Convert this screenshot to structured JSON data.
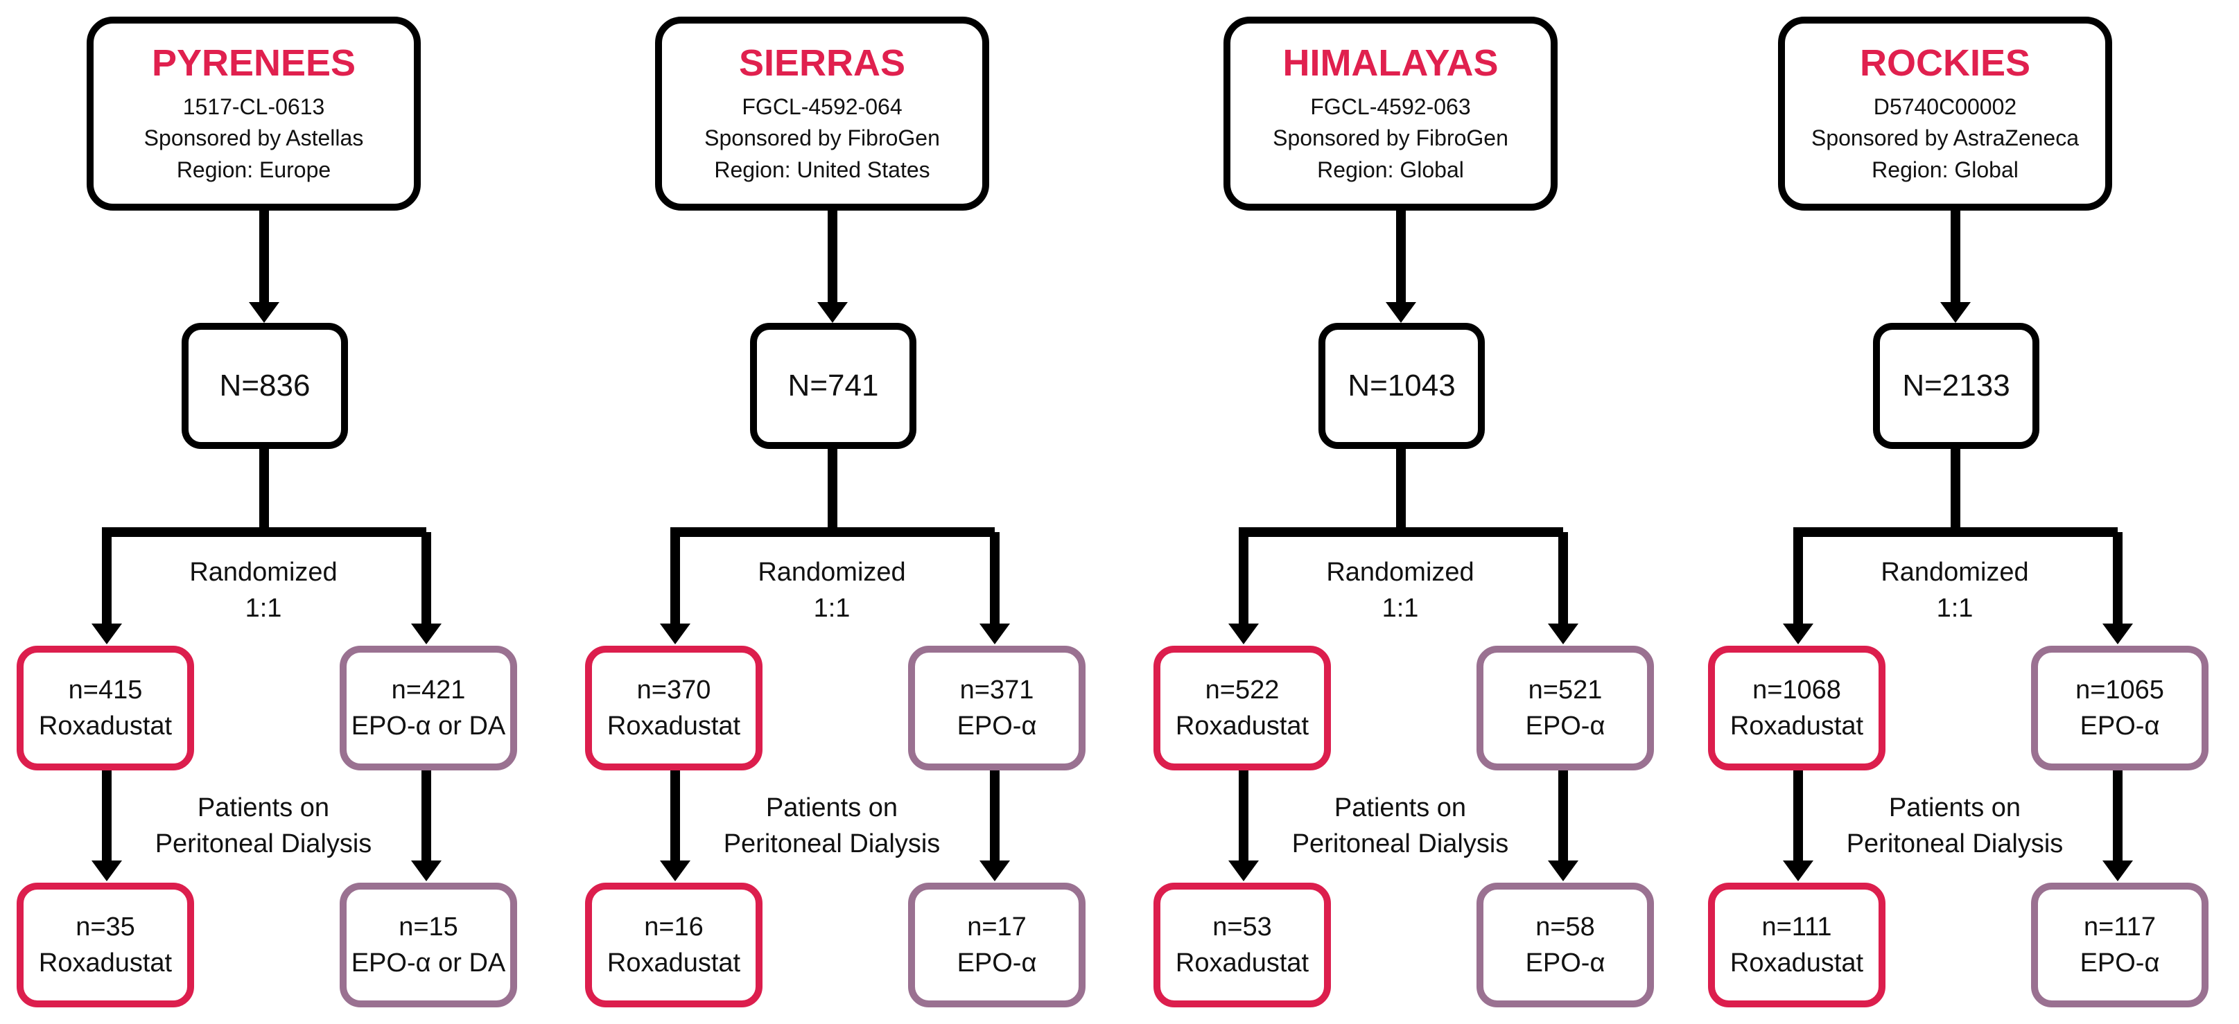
{
  "randomized_label": "Randomized",
  "ratio_label": "1:1",
  "subgroup_label_line1": "Patients on",
  "subgroup_label_line2": "Peritoneal Dialysis",
  "studies": [
    {
      "name": "PYRENEES",
      "code": "1517-CL-0613",
      "sponsor": "Sponsored by Astellas",
      "region": "Region: Europe",
      "total": "N=836",
      "arm_a": {
        "n": "n=415",
        "drug": "Roxadustat"
      },
      "arm_b": {
        "n": "n=421",
        "drug": "EPO-α or DA"
      },
      "pd_a": {
        "n": "n=35",
        "drug": "Roxadustat"
      },
      "pd_b": {
        "n": "n=15",
        "drug": "EPO-α or DA"
      }
    },
    {
      "name": "SIERRAS",
      "code": "FGCL-4592-064",
      "sponsor": "Sponsored by FibroGen",
      "region": "Region: United States",
      "total": "N=741",
      "arm_a": {
        "n": "n=370",
        "drug": "Roxadustat"
      },
      "arm_b": {
        "n": "n=371",
        "drug": "EPO-α"
      },
      "pd_a": {
        "n": "n=16",
        "drug": "Roxadustat"
      },
      "pd_b": {
        "n": "n=17",
        "drug": "EPO-α"
      }
    },
    {
      "name": "HIMALAYAS",
      "code": "FGCL-4592-063",
      "sponsor": "Sponsored by FibroGen",
      "region": "Region: Global",
      "total": "N=1043",
      "arm_a": {
        "n": "n=522",
        "drug": "Roxadustat"
      },
      "arm_b": {
        "n": "n=521",
        "drug": "EPO-α"
      },
      "pd_a": {
        "n": "n=53",
        "drug": "Roxadustat"
      },
      "pd_b": {
        "n": "n=58",
        "drug": "EPO-α"
      }
    },
    {
      "name": "ROCKIES",
      "code": "D5740C00002",
      "sponsor": "Sponsored by AstraZeneca",
      "region": "Region: Global",
      "total": "N=2133",
      "arm_a": {
        "n": "n=1068",
        "drug": "Roxadustat"
      },
      "arm_b": {
        "n": "n=1065",
        "drug": "EPO-α"
      },
      "pd_a": {
        "n": "n=111",
        "drug": "Roxadustat"
      },
      "pd_b": {
        "n": "n=117",
        "drug": "EPO-α"
      }
    }
  ],
  "colors": {
    "title": "#e0204e",
    "roxadustat_border": "#dc1e4d",
    "epo_border": "#9a7191",
    "lines": "#000000"
  }
}
